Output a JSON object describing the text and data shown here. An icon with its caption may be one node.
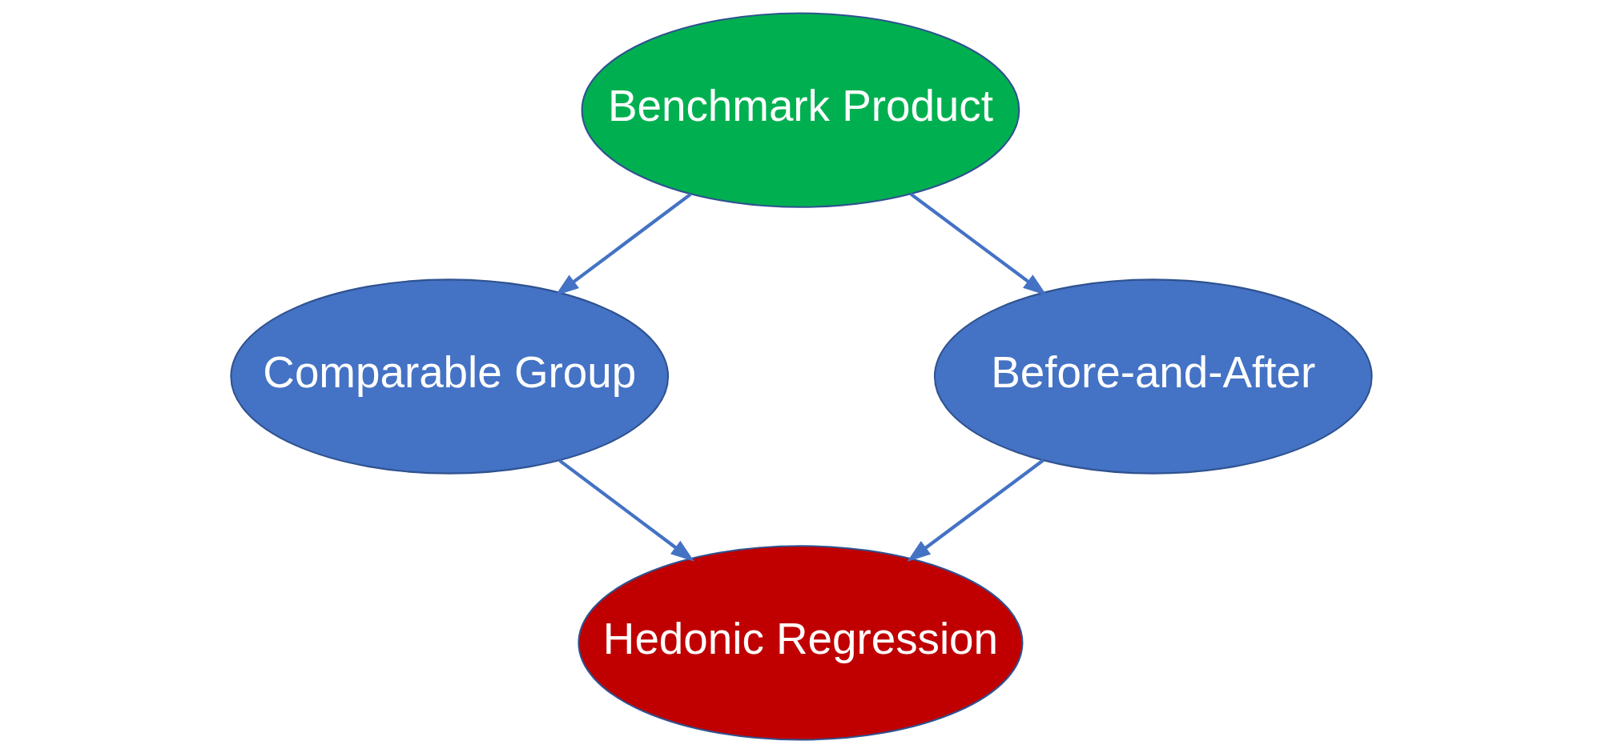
{
  "diagram": {
    "nodes": [
      {
        "text": [
          "Benchmark Product"
        ]
      },
      {
        "text": [
          "Comparable Group"
        ]
      },
      {
        "text": [
          "Before-and-After"
        ]
      },
      {
        "text": [
          "Hedonic Regression"
        ]
      }
    ],
    "edges": [
      {
        "from": 0,
        "to": 1,
        "arrow": "to"
      },
      {
        "from": 0,
        "to": 2,
        "arrow": "to"
      },
      {
        "from": 1,
        "to": 3,
        "arrow": "to"
      },
      {
        "from": 2,
        "to": 3,
        "arrow": "to"
      }
    ]
  }
}
